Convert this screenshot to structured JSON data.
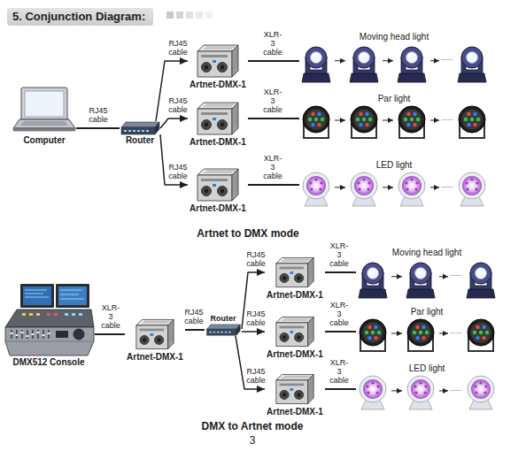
{
  "diagram": {
    "title": "5. Conjunction Diagram:",
    "nodes": [
      {
        "text": [
          "Computer"
        ]
      },
      {
        "text": [
          "Router"
        ]
      },
      {
        "text": [
          "Artnet-DMX-1"
        ]
      },
      {
        "text": [
          "Moving head light"
        ]
      },
      {
        "text": [
          "Artnet-DMX-1"
        ]
      },
      {
        "text": [
          "Par light"
        ]
      },
      {
        "text": [
          "Artnet-DMX-1"
        ]
      },
      {
        "text": [
          "LED light"
        ]
      },
      {
        "text": [
          "DMX512 Console"
        ]
      },
      {
        "text": [
          "Artnet-DMX-1"
        ]
      },
      {
        "text": [
          "Router"
        ]
      },
      {
        "text": [
          "Artnet-DMX-1"
        ]
      },
      {
        "text": [
          "Moving head light"
        ]
      },
      {
        "text": [
          "Artnet-DMX-1"
        ]
      },
      {
        "text": [
          "Par light"
        ]
      },
      {
        "text": [
          "Artnet-DMX-1"
        ]
      },
      {
        "text": [
          "LED light"
        ]
      }
    ],
    "edges": [
      {
        "from": 0,
        "to": 1,
        "label": "RJ45 cable",
        "arrow": "none"
      },
      {
        "from": 1,
        "to": 2,
        "label": "RJ45 cable",
        "arrow": "to"
      },
      {
        "from": 2,
        "to": 3,
        "label": "XLR-3 cable",
        "arrow": "none"
      },
      {
        "from": 1,
        "to": 4,
        "label": "RJ45 cable",
        "arrow": "to"
      },
      {
        "from": 4,
        "to": 5,
        "label": "XLR-3 cable",
        "arrow": "none"
      },
      {
        "from": 1,
        "to": 6,
        "label": "RJ45 cable",
        "arrow": "to"
      },
      {
        "from": 6,
        "to": 7,
        "label": "XLR-3 cable",
        "arrow": "none"
      },
      {
        "from": 8,
        "to": 9,
        "label": "XLR-3 cable",
        "arrow": "none"
      },
      {
        "from": 9,
        "to": 10,
        "label": "RJ45 cable",
        "arrow": "none"
      },
      {
        "from": 10,
        "to": 11,
        "label": "RJ45 cable",
        "arrow": "to"
      },
      {
        "from": 11,
        "to": 12,
        "label": "XLR-3 cable",
        "arrow": "none"
      },
      {
        "from": 10,
        "to": 13,
        "label": "RJ45 cable",
        "arrow": "to"
      },
      {
        "from": 13,
        "to": 14,
        "label": "XLR-3 cable",
        "arrow": "none"
      },
      {
        "from": 10,
        "to": 15,
        "label": "RJ45 cable",
        "arrow": "to"
      },
      {
        "from": 15,
        "to": 16,
        "label": "XLR-3 cable",
        "arrow": "none"
      }
    ],
    "labels": [
      "......",
      "......",
      "......",
      "Artnet to DMX mode",
      "......",
      "......",
      "......",
      "DMX to Artnet mode",
      "3"
    ]
  }
}
